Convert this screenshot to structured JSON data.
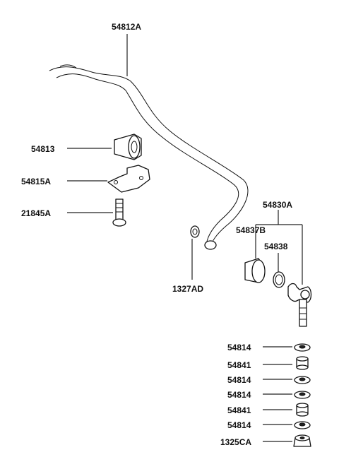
{
  "labels": {
    "stabilizer_bar": "54812A",
    "bushing": "54813",
    "bracket": "54815A",
    "bolt": "21845A",
    "small_bushing": "1327AD",
    "link_assembly": "54830A",
    "link_bushing": "54837B",
    "ring": "54838",
    "washer_1": "54814",
    "spacer_1": "54841",
    "washer_2": "54814",
    "washer_3": "54814",
    "spacer_2": "54841",
    "washer_4": "54814",
    "nut": "1325CA"
  }
}
